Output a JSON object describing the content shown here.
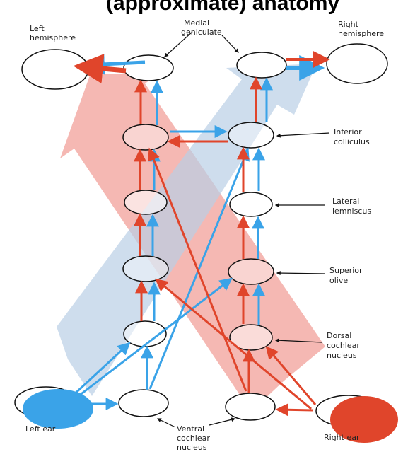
{
  "header_fragment": "(approximate) anatomy",
  "labels": {
    "left_hemisphere": [
      "Left",
      "hemisphere"
    ],
    "right_hemisphere": [
      "Right",
      "hemisphere"
    ],
    "medial_geniculate": [
      "Medial",
      "geniculate"
    ],
    "inferior_colliculus": [
      "Inferior",
      "colliculus"
    ],
    "lateral_lemniscus": [
      "Lateral",
      "lemniscus"
    ],
    "superior_olive": [
      "Superior",
      "olive"
    ],
    "dorsal_cochlear_nucleus": [
      "Dorsal",
      "cochlear",
      "nucleus"
    ],
    "ventral_cochlear_nucleus": [
      "Ventral",
      "cochlear",
      "nucleus"
    ],
    "left_ear": "Left ear",
    "right_ear": "Right ear"
  },
  "colors": {
    "left_pathway": "#3aa3e8",
    "right_pathway": "#e0452b",
    "left_band": "#b9cfe6",
    "right_band": "#f2a09a",
    "outline": "#111111"
  }
}
